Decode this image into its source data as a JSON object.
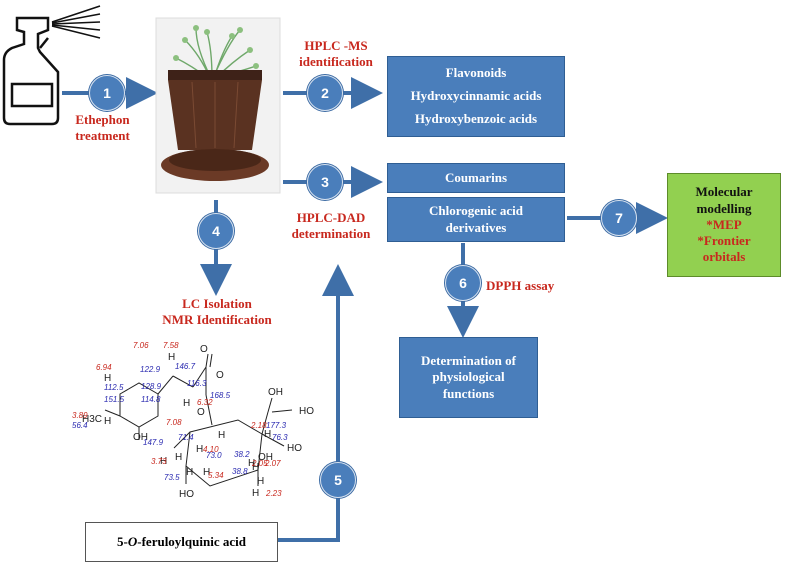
{
  "steps": [
    "1",
    "2",
    "3",
    "4",
    "5",
    "6",
    "7"
  ],
  "labels": {
    "ethephon": [
      "Ethephon",
      "treatment"
    ],
    "hplc_ms": [
      "HPLC -MS",
      "identification"
    ],
    "hplc_dad": [
      "HPLC-DAD",
      "determination"
    ],
    "lc_isolation": [
      "LC Isolation",
      "NMR Identification"
    ],
    "dpph": "DPPH assay"
  },
  "boxes": {
    "hplc_ms_results": [
      "Flavonoids",
      "Hydroxycinnamic acids",
      "Hydroxybenzoic acids"
    ],
    "coumarins": "Coumarins",
    "chlorogenic": [
      "Chlorogenic acid",
      "derivatives"
    ],
    "physiological": [
      "Determination of",
      "physiological",
      "functions"
    ]
  },
  "modelling": {
    "title": [
      "Molecular",
      "modelling"
    ],
    "items": [
      "*MEP",
      "*Frontier",
      "orbitals"
    ]
  },
  "compound": {
    "prefix": "5-",
    "italic": "O",
    "suffix": "-feruloylquinic acid"
  },
  "nmr": {
    "carbon": [
      "122.9",
      "146.7",
      "168.5",
      "116.3",
      "128.9",
      "114.8",
      "112.5",
      "151.5",
      "147.9",
      "56.4",
      "177.3",
      "76.3",
      "71.4",
      "73.0",
      "38.2",
      "73.5",
      "38.8"
    ],
    "proton": [
      "7.06",
      "7.58",
      "6.94",
      "6.32",
      "7.08",
      "3.89",
      "2.18",
      "4.10",
      "2.05",
      "2.07",
      "3.73",
      "5.34",
      "2.23"
    ],
    "atoms": [
      "O",
      "O",
      "O",
      "OH",
      "H",
      "H",
      "H",
      "H",
      "H",
      "H3C",
      "OH",
      "HO",
      "H",
      "H",
      "HO",
      "H",
      "H",
      "H",
      "HO",
      "H",
      "OH",
      "H",
      "H",
      "H",
      "H"
    ]
  },
  "colors": {
    "box": "#4a7ebb",
    "label": "#c8281e",
    "modelling": "#92d050",
    "arrow": "#3f6fa8"
  },
  "icons": [
    "spray-bottle-icon",
    "potted-plant-photo"
  ]
}
